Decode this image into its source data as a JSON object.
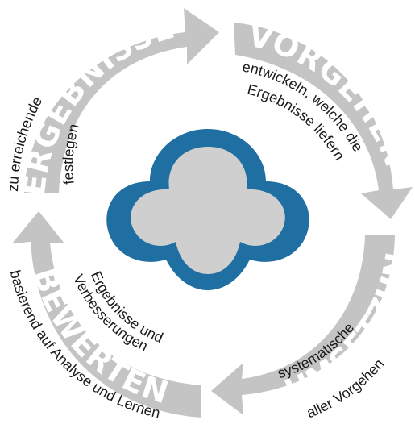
{
  "colors": {
    "arrow": "#c4c4c4",
    "center_ring": "#1f6fa3",
    "center_fill": "#cfcfcf",
    "heading_text": "#ffffff",
    "body_text": "#1a1a1a"
  },
  "cycle": [
    {
      "heading": "VORGEHEN",
      "lines": [
        "entwickeln, welche die",
        "Ergebnisse liefern"
      ]
    },
    {
      "heading": "UMSETZUNG",
      "lines": [
        "systematische",
        "aller Vorgehen"
      ]
    },
    {
      "heading": "BEWERTEN",
      "lines": [
        "basierend auf Analyse und Lernen",
        "Ergebnisse und",
        "Verbesserungen"
      ]
    },
    {
      "heading": "ERGEBNISSE",
      "lines": [
        "zu erreichende",
        "festlegen"
      ]
    }
  ]
}
